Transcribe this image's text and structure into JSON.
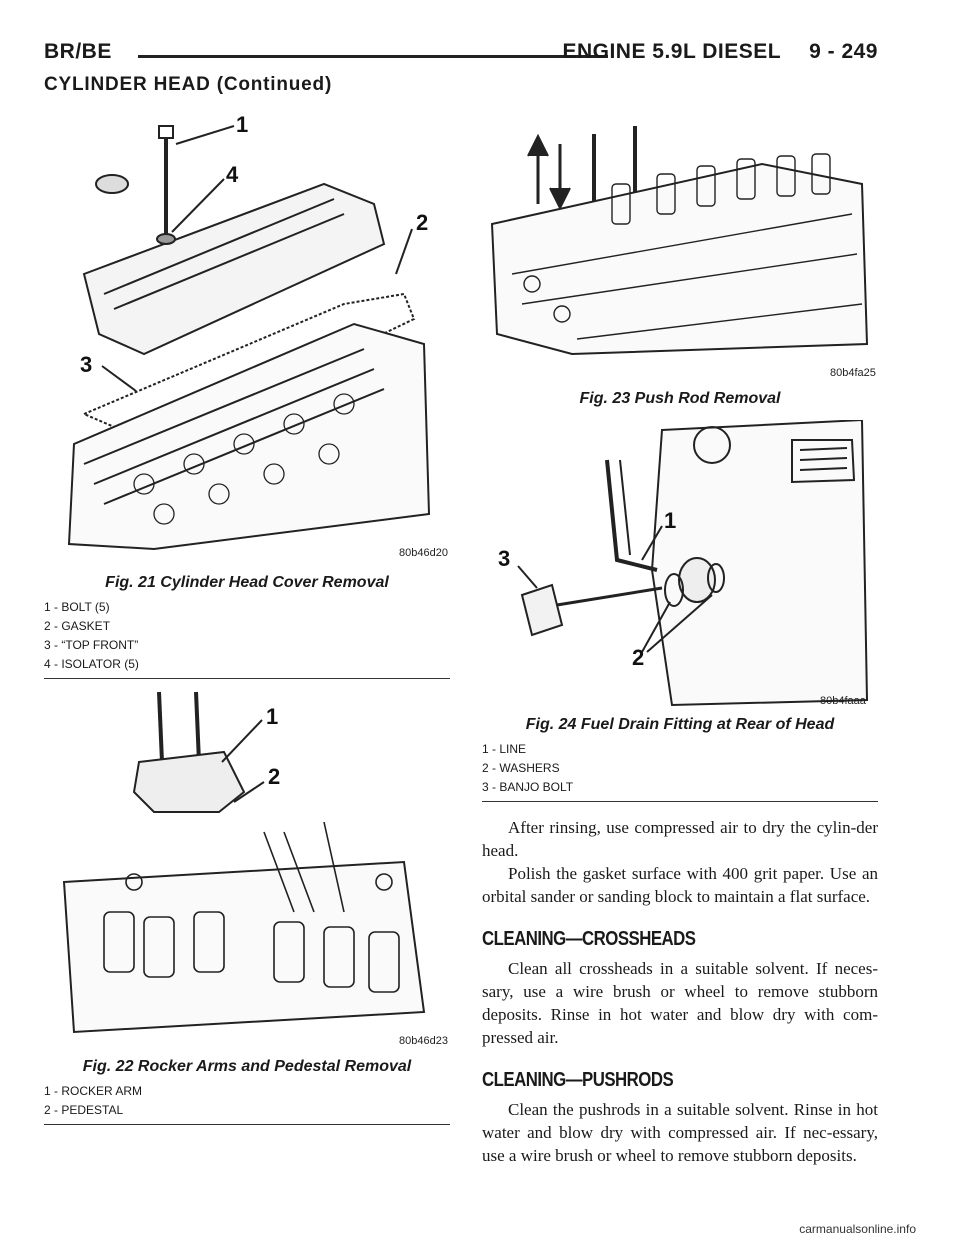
{
  "header": {
    "left": "BR/BE",
    "right": "ENGINE 5.9L DIESEL",
    "page": "9 - 249",
    "section": "CYLINDER HEAD (Continued)"
  },
  "fig21": {
    "code": "80b46d20",
    "title": "Fig. 21 Cylinder Head Cover Removal",
    "callouts": [
      "1",
      "2",
      "3",
      "4"
    ],
    "legend": [
      "1 - BOLT (5)",
      "2 - GASKET",
      "3 - “TOP FRONT”",
      "4 - ISOLATOR (5)"
    ]
  },
  "fig22": {
    "code": "80b46d23",
    "title": "Fig. 22 Rocker Arms and Pedestal Removal",
    "callouts": [
      "1",
      "2"
    ],
    "legend": [
      "1 - ROCKER ARM",
      "2 - PEDESTAL"
    ]
  },
  "fig23": {
    "code": "80b4fa25",
    "title": "Fig. 23 Push Rod Removal"
  },
  "fig24": {
    "code": "80b4faaa",
    "title": "Fig. 24 Fuel Drain Fitting at Rear of Head",
    "callouts": [
      "1",
      "2",
      "3"
    ],
    "legend": [
      "1 - LINE",
      "2 - WASHERS",
      "3 - BANJO BOLT"
    ]
  },
  "body": {
    "p1": "After rinsing, use compressed air to dry the cylin-der head.",
    "p2": "Polish the gasket surface with 400 grit paper. Use an orbital sander or sanding block to maintain a flat surface.",
    "h1": "CLEANING—CROSSHEADS",
    "p3": "Clean all crossheads in a suitable solvent. If neces-sary, use a wire brush or wheel to remove stubborn deposits. Rinse in hot water and blow dry with com-pressed air.",
    "h2": "CLEANING—PUSHRODS",
    "p4": "Clean the pushrods in a suitable solvent. Rinse in hot water and blow dry with compressed air. If nec-essary, use a wire brush or wheel to remove stubborn deposits."
  },
  "watermark": "carmanualsonline.info"
}
